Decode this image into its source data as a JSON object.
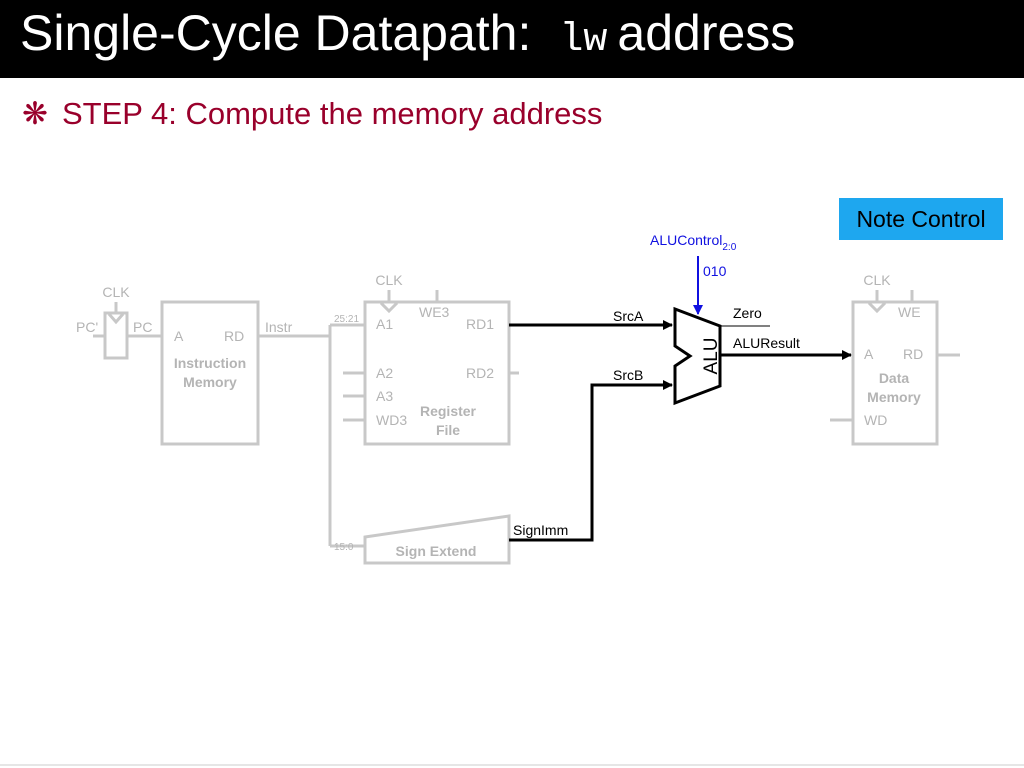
{
  "slide": {
    "title_part1": "Single-Cycle Datapath:",
    "title_code": "lw",
    "title_part2": "address",
    "bullet_symbol": "❋",
    "bullet_text": "STEP 4: Compute the memory address",
    "note_box": "Note Control"
  },
  "diagram": {
    "pc_next": "PC'",
    "pc": "PC",
    "clk_pc": "CLK",
    "clk_rf": "CLK",
    "clk_dm": "CLK",
    "imem_a": "A",
    "imem_rd": "RD",
    "imem_title": [
      "Instruction",
      "Memory"
    ],
    "instr": "Instr",
    "bits_rs": "25:21",
    "bits_imm": "15:0",
    "rf_we3": "WE3",
    "rf_a1": "A1",
    "rf_rd1": "RD1",
    "rf_a2": "A2",
    "rf_rd2": "RD2",
    "rf_a3": "A3",
    "rf_wd3": "WD3",
    "rf_title": [
      "Register",
      "File"
    ],
    "sign_extend": "Sign Extend",
    "signimm": "SignImm",
    "srca": "SrcA",
    "srcb": "SrcB",
    "alu": "ALU",
    "alu_control": "ALUControl",
    "alu_control_sub": "2:0",
    "alu_control_value": "010",
    "zero": "Zero",
    "aluresult": "ALUResult",
    "dm_we": "WE",
    "dm_a": "A",
    "dm_rd": "RD",
    "dm_title": [
      "Data",
      "Memory"
    ],
    "dm_wd": "WD"
  },
  "colors": {
    "title_bar": "#000000",
    "bullet_text": "#99002b",
    "note_box": "#1ea7ef",
    "inactive": "#c8c8c8",
    "active": "#000000",
    "control": "#1010e0"
  }
}
